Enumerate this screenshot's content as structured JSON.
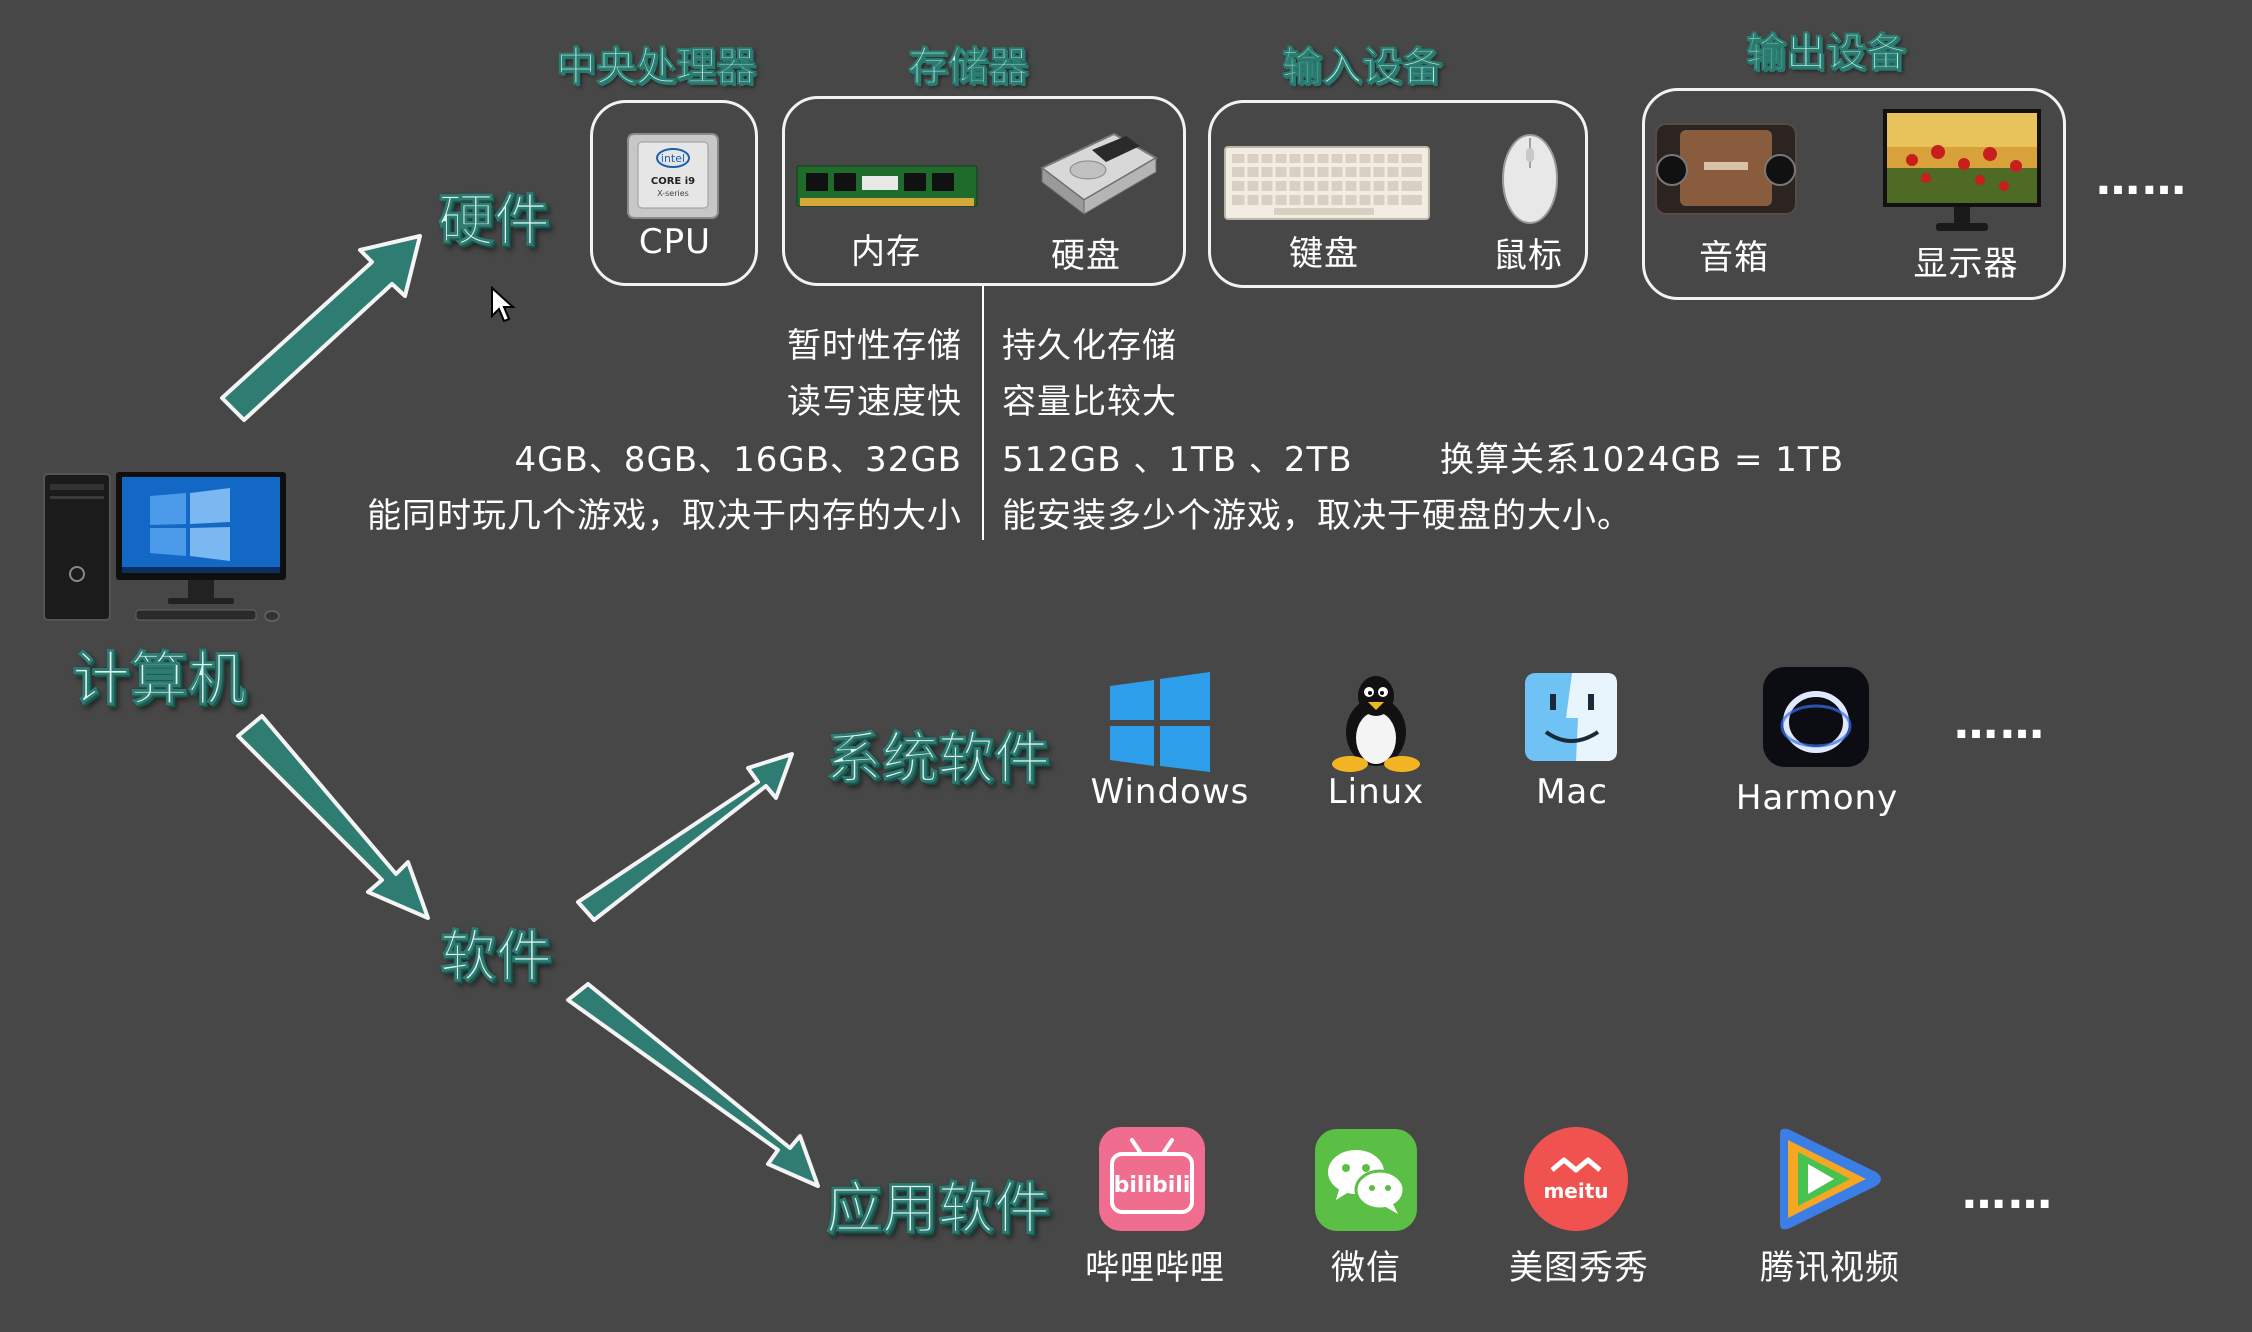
{
  "root": {
    "label": "计算机"
  },
  "hardware": {
    "label": "硬件",
    "groups": {
      "cpu": {
        "title": "中央处理器",
        "items": [
          "CPU"
        ]
      },
      "storage": {
        "title": "存储器",
        "items": [
          "内存",
          "硬盘"
        ]
      },
      "input": {
        "title": "输入设备",
        "items": [
          "键盘",
          "鼠标"
        ]
      },
      "output": {
        "title": "输出设备",
        "items": [
          "音箱",
          "显示器"
        ]
      }
    },
    "more": "……"
  },
  "storage_notes": {
    "memory": [
      "暂时性存储",
      "读写速度快",
      "4GB、8GB、16GB、32GB",
      "能同时玩几个游戏，取决于内存的大小"
    ],
    "disk": [
      "持久化存储",
      "容量比较大",
      "512GB 、1TB 、2TB",
      "能安装多少个游戏，取决于硬盘的大小。"
    ],
    "conversion": "换算关系1024GB = 1TB"
  },
  "software": {
    "label": "软件",
    "system": {
      "label": "系统软件",
      "items": [
        "Windows",
        "Linux",
        "Mac",
        "Harmony"
      ],
      "more": "……"
    },
    "application": {
      "label": "应用软件",
      "items": [
        "哔哩哔哩",
        "微信",
        "美图秀秀",
        "腾讯视频"
      ],
      "more": "……"
    }
  },
  "icon_logos": {
    "cpu_chip": [
      "intel",
      "CORE i9",
      "X-series"
    ],
    "bilibili": "bilibili",
    "meitu": "meitu"
  },
  "colors": {
    "background": "#474747",
    "arrow": "#2f7d72",
    "title_text": "#bff0e9"
  }
}
